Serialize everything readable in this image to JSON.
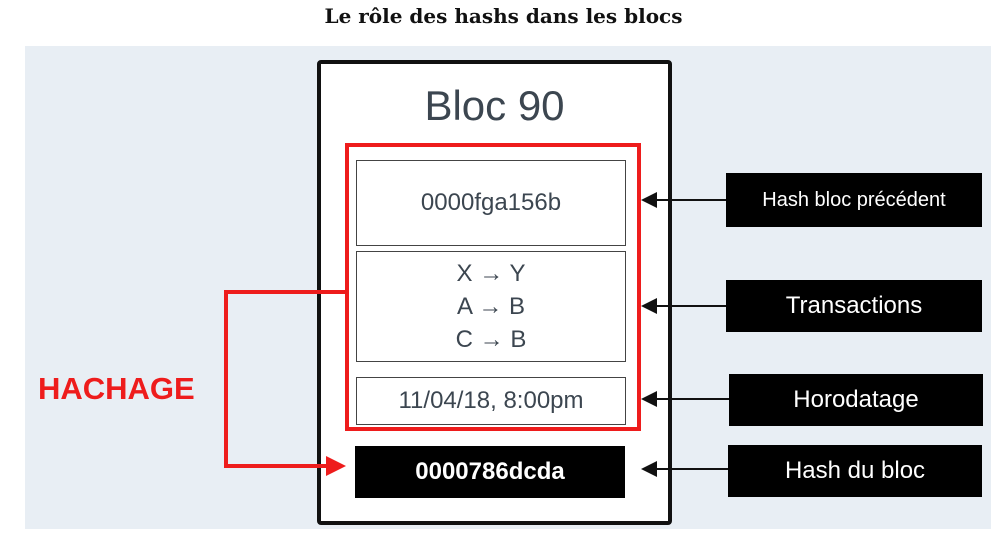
{
  "title": "Le rôle des hashs dans les blocs",
  "block": {
    "title": "Bloc 90",
    "previous_hash": "0000fga156b",
    "transactions": [
      "X → Y",
      "A → B",
      "C → B"
    ],
    "timestamp": "11/04/18, 8:00pm",
    "block_hash": "0000786dcda"
  },
  "labels": {
    "previous_hash": "Hash bloc précédent",
    "transactions": "Transactions",
    "timestamp": "Horodatage",
    "block_hash": "Hash du bloc"
  },
  "hashing_label": "HACHAGE",
  "colors": {
    "accent": "#ee1c1c",
    "panel": "#e8eef4",
    "text": "#3c4650"
  }
}
